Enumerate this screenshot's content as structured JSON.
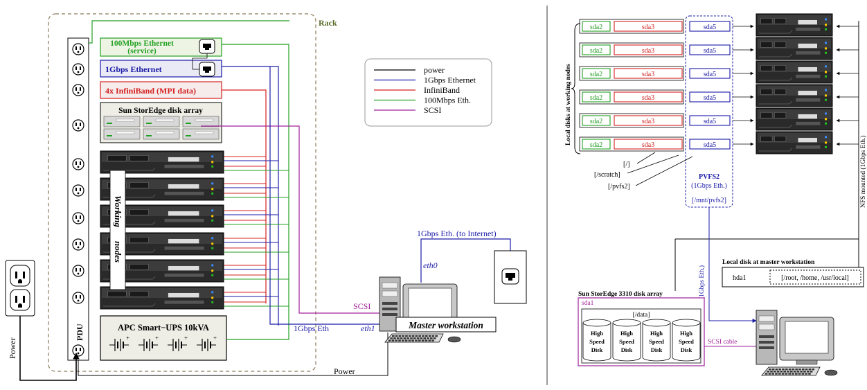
{
  "left": {
    "rack_label": "Rack",
    "pdu_label": "PDU",
    "switch_service": "100Mbps Ethernet",
    "switch_service_sub": "(service)",
    "switch_gbe": "1Gbps Ethernet",
    "switch_ib": "4x InfiniBand (MPI data)",
    "storage_title": "Sun StorEdge disk array",
    "working_nodes_1": "Working",
    "working_nodes_2": "nodes",
    "ups_label": "APC Smart−UPS 10kVA",
    "wall_power_label": "Power",
    "power_label": "Power",
    "scsi_label": "SCSI",
    "gbe_label": "1Gbps Eth",
    "internet_label": "1Gbps Eth. (to Internet)",
    "eth0": "eth0",
    "eth1": "eth1",
    "master_label": "Master workstation",
    "legend": [
      {
        "label": "power",
        "color": "#000000"
      },
      {
        "label": "1Gbps Ethernet",
        "color": "#1a1aa8"
      },
      {
        "label": "InfiniBand",
        "color": "#d42020"
      },
      {
        "label": "100Mbps Eth.",
        "color": "#22a022"
      },
      {
        "label": "SCSI",
        "color": "#a0209a"
      }
    ]
  },
  "right": {
    "local_disks_label": "Local disks at working nodes",
    "nfs_label": "NFS mounted (1Gbps Eth.)",
    "partitions": [
      "sda2",
      "sda3",
      "sda5"
    ],
    "node_count": 6,
    "mount_root": "[/]",
    "mount_scratch": "[/scratch]",
    "mount_pvfs2": "[/pvfs2]",
    "pvfs2_title": "PVFS2",
    "pvfs2_sub": "(1Gbps Eth.)",
    "pvfs2_mount": "[/mnt/pvfs2]",
    "gbe_vertical": "(1Gbps Eth.)",
    "local_disk_master_title": "Local disk at master workstation",
    "hda1": "hda1",
    "master_mounts": "[/root, /home, /usr/local]",
    "storedge_title": "Sun StorEdge 3310 disk array",
    "sda1": "sda1",
    "data_mount": "[/data]",
    "disk_words": [
      "High",
      "Speed",
      "Disk"
    ],
    "disk_count": 4,
    "scsi_cable": "SCSI cable"
  },
  "colors": {
    "power": "#000000",
    "gbe": "#1a1aa8",
    "ib": "#d42020",
    "eth100": "#22a022",
    "scsi": "#a0209a",
    "rack_border": "#8a7a5a",
    "rack_label": "#5a6a2a"
  }
}
